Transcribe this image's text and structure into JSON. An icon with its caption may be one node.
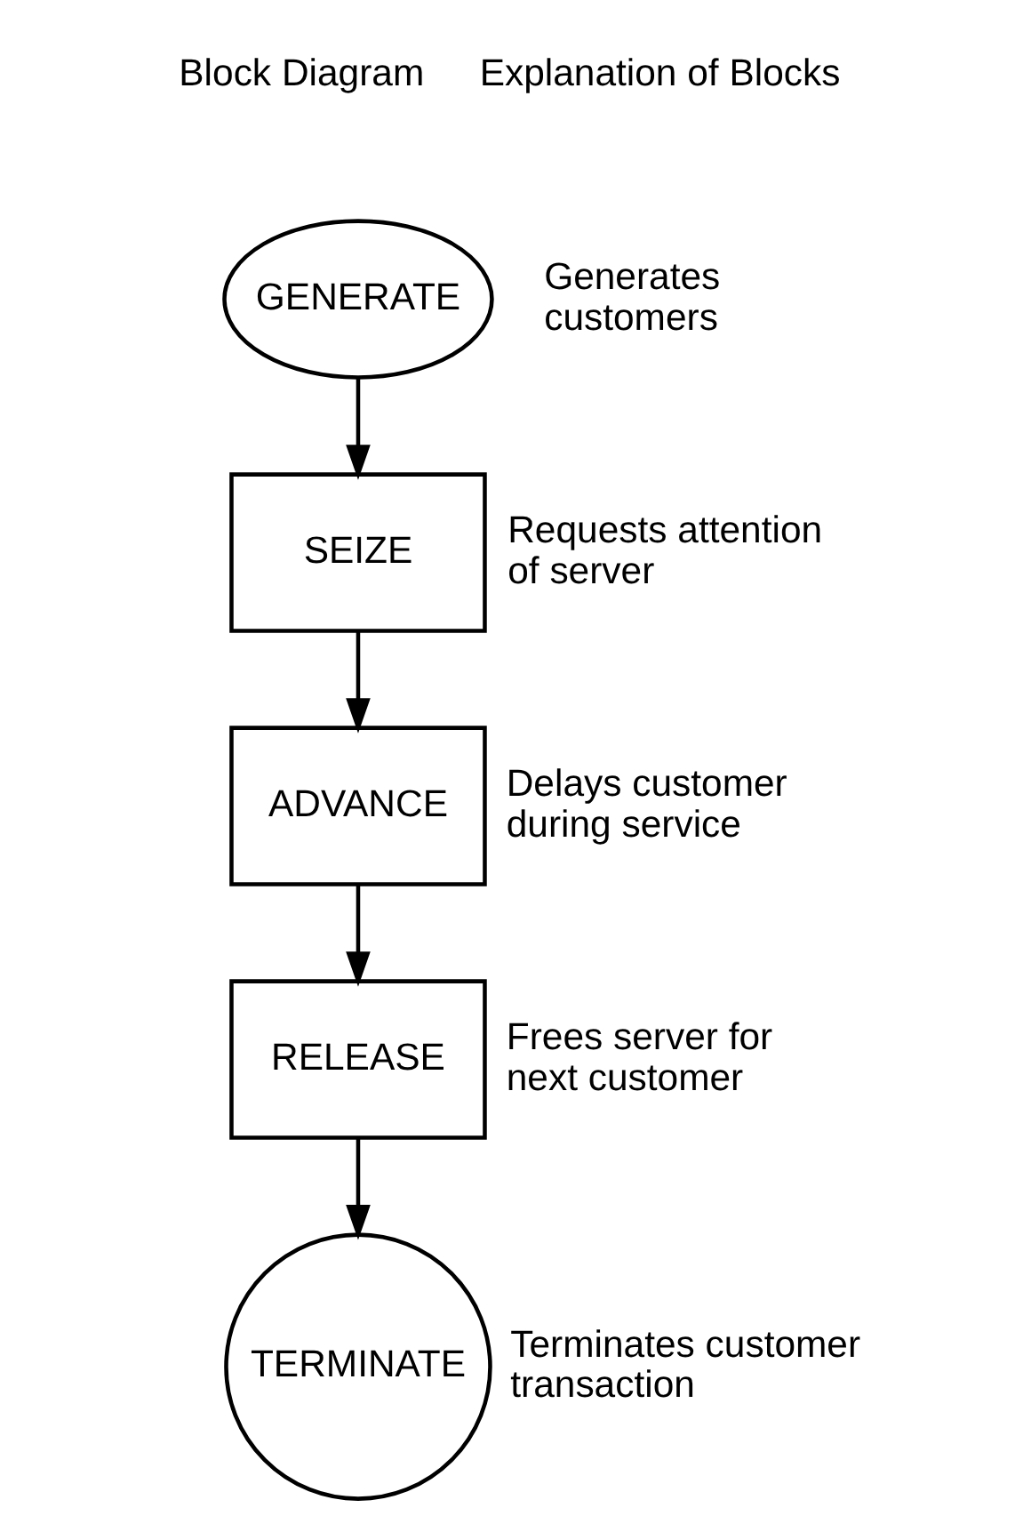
{
  "diagram": {
    "nodes": [
      {
        "text": [
          "GENERATE"
        ],
        "beside": [
          "Generates customers"
        ]
      },
      {
        "text": [
          "SEIZE"
        ],
        "beside": [
          "Requests attention of server"
        ]
      },
      {
        "text": [
          "ADVANCE"
        ],
        "beside": [
          "Delays customer during service"
        ]
      },
      {
        "text": [
          "RELEASE"
        ],
        "beside": [
          "Frees server for next customer"
        ]
      },
      {
        "text": [
          "TERMINATE"
        ],
        "beside": [
          "Terminates customer transaction"
        ]
      }
    ],
    "edges": [
      {
        "from": 0,
        "to": 1,
        "arrow": "to"
      },
      {
        "from": 1,
        "to": 2,
        "arrow": "to"
      },
      {
        "from": 2,
        "to": 3,
        "arrow": "to"
      },
      {
        "from": 3,
        "to": 4,
        "arrow": "to"
      }
    ],
    "labels": [
      "Block Diagram",
      "Explanation of Blocks"
    ]
  }
}
